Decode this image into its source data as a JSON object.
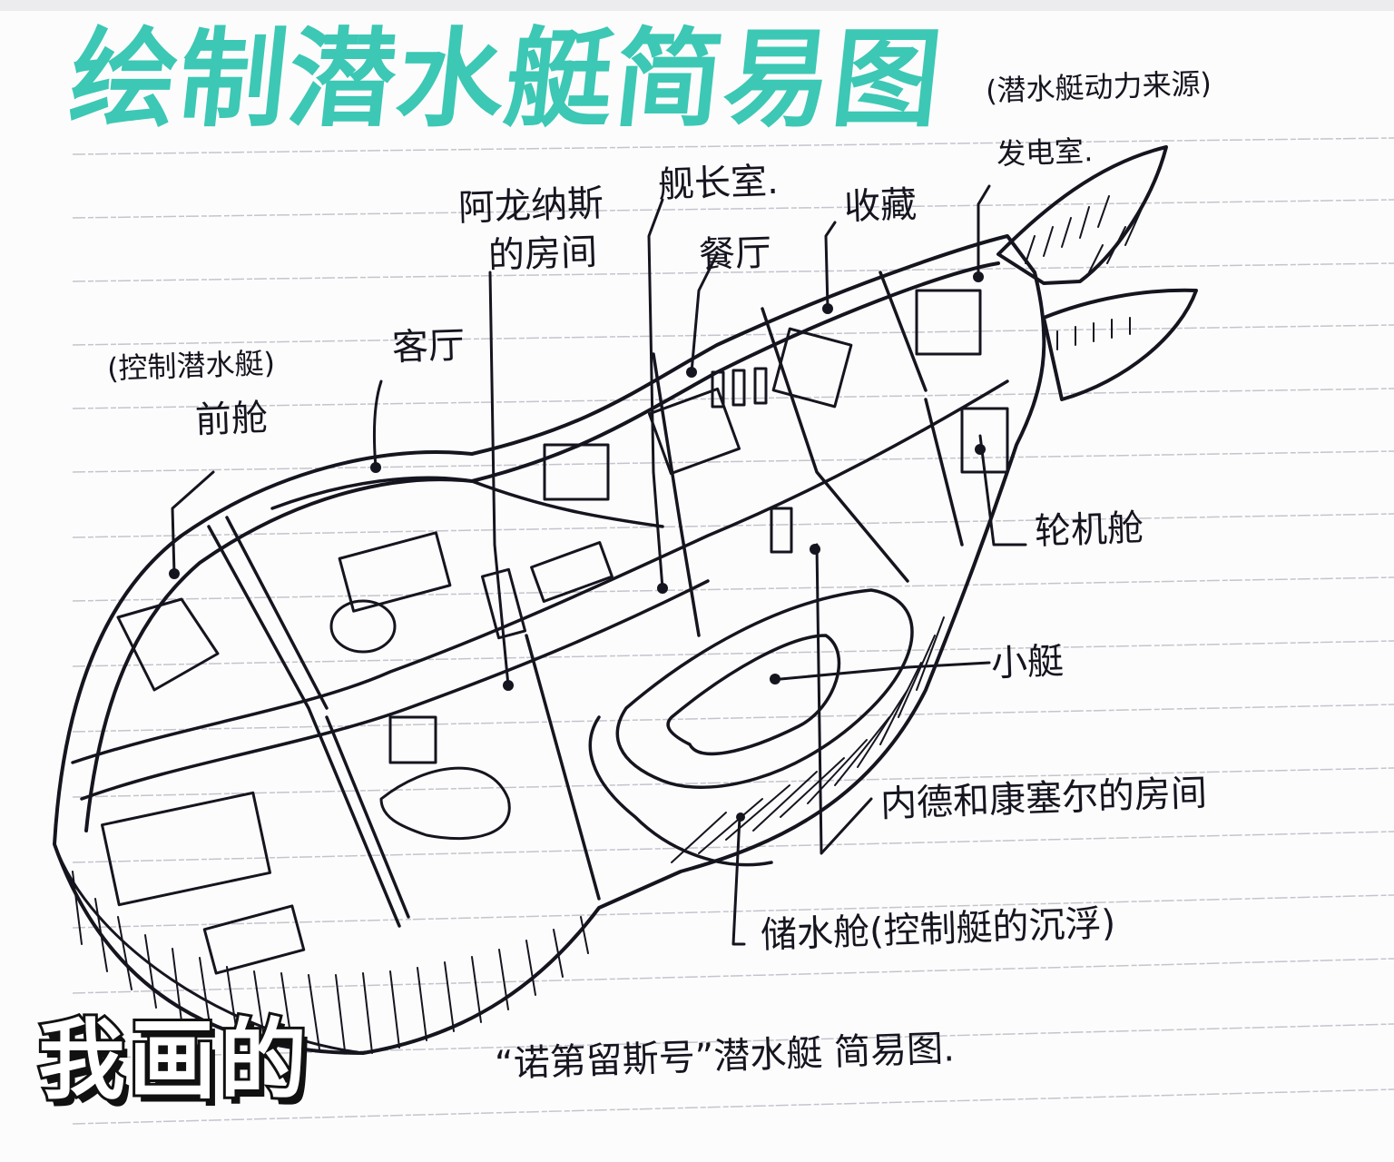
{
  "page": {
    "title": "绘制潜水艇简易图",
    "caption": "“诺第留斯号”潜水艇 简易图.",
    "sticker": "我画的"
  },
  "labels": {
    "power_source": "(潜水艇动力来源)",
    "generator_room": "发电室.",
    "aronnax_room_line1": "阿龙纳斯",
    "aronnax_room_line2": "的房间",
    "captain_room": "舰长室.",
    "collection": "收藏",
    "dining_room": "餐厅",
    "control_note": "(控制潜水艇)",
    "front_cabin": "前舱",
    "living_room": "客厅",
    "engine_room": "轮机舱",
    "small_boat": "小艇",
    "ned_conseil_room": "内德和康塞尔的房间",
    "water_tank": "储水舱(控制艇的沉浮)"
  },
  "colors": {
    "title": "#3cc8b4",
    "ink": "#15151f",
    "paper": "#fdfcfd",
    "rule": "#b9b9c2"
  }
}
